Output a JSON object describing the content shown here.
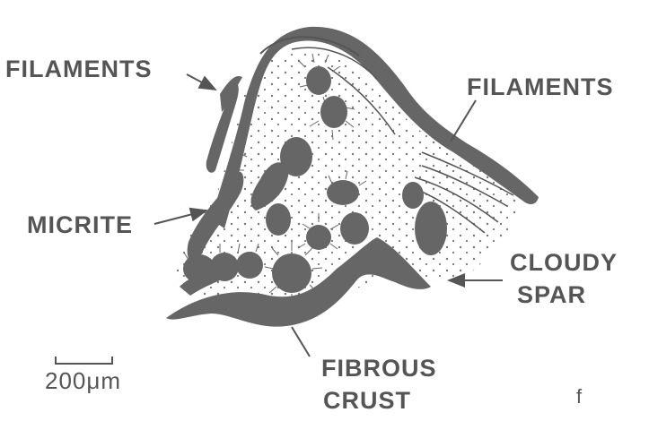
{
  "labels": {
    "filaments_left": "FILAMENTS",
    "filaments_right": "FILAMENTS",
    "micrite": "MICRITE",
    "cloudy_spar_line1": "CLOUDY",
    "cloudy_spar_line2": "SPAR",
    "fibrous_crust_line1": "FIBROUS",
    "fibrous_crust_line2": "CRUST"
  },
  "scale_bar": {
    "text": "200μm"
  },
  "panel_letter": "f",
  "colors": {
    "fill": "#666666",
    "ink": "#555555",
    "background": "#ffffff"
  }
}
